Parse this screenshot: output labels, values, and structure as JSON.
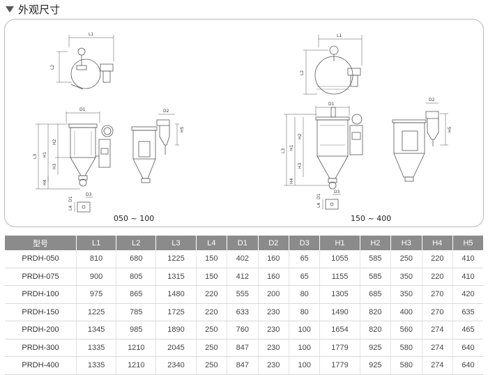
{
  "section_title": "外观尺寸",
  "diagram": {
    "range_small": "050 ~ 100",
    "range_large": "150 ~ 400",
    "dim_labels": {
      "L1": "L1",
      "L2": "L2",
      "L3": "L3",
      "L4": "L4",
      "D1": "D1",
      "D2": "D2",
      "D3": "D3",
      "H1": "H1",
      "H2": "H2",
      "H3": "H3",
      "H4": "H4",
      "H5": "H5"
    }
  },
  "table": {
    "headers": [
      "型号",
      "L1",
      "L2",
      "L3",
      "L4",
      "D1",
      "D2",
      "D3",
      "H1",
      "H2",
      "H3",
      "H4",
      "H5"
    ],
    "rows": [
      [
        "PRDH-050",
        "810",
        "680",
        "1225",
        "150",
        "402",
        "160",
        "65",
        "1055",
        "585",
        "250",
        "220",
        "410"
      ],
      [
        "PRDH-075",
        "900",
        "805",
        "1315",
        "150",
        "412",
        "160",
        "65",
        "1155",
        "585",
        "350",
        "220",
        "410"
      ],
      [
        "PRDH-100",
        "975",
        "865",
        "1480",
        "220",
        "555",
        "200",
        "80",
        "1305",
        "685",
        "350",
        "270",
        "420"
      ],
      [
        "PRDH-150",
        "1225",
        "785",
        "1725",
        "220",
        "633",
        "230",
        "80",
        "1490",
        "820",
        "400",
        "270",
        "635"
      ],
      [
        "PRDH-200",
        "1345",
        "985",
        "1890",
        "250",
        "760",
        "230",
        "100",
        "1654",
        "820",
        "560",
        "274",
        "465"
      ],
      [
        "PRDH-300",
        "1335",
        "1210",
        "2045",
        "250",
        "847",
        "230",
        "100",
        "1779",
        "925",
        "580",
        "274",
        "640"
      ],
      [
        "PRDH-400",
        "1335",
        "1210",
        "2340",
        "250",
        "847",
        "230",
        "100",
        "1779",
        "925",
        "580",
        "274",
        "640"
      ]
    ]
  }
}
